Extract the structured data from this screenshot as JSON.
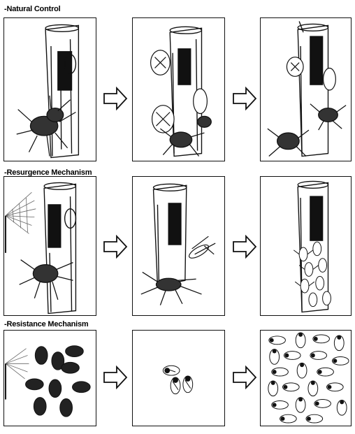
{
  "rows": [
    {
      "label": "-Natural Control",
      "panels": [
        "stem-with-spider",
        "stem-with-predators-and-prey",
        "stem-predators-feeding"
      ]
    },
    {
      "label": "-Resurgence Mechanism",
      "panels": [
        "stem-sprayed-with-spider",
        "stem-dead-spider-insect",
        "stem-pest-resurgence"
      ]
    },
    {
      "label": "-Resistance Mechanism",
      "panels": [
        "pests-sprayed",
        "few-surviving-pests",
        "resistant-pest-population"
      ]
    }
  ],
  "icons": {
    "arrow": "right-arrow-icon"
  }
}
